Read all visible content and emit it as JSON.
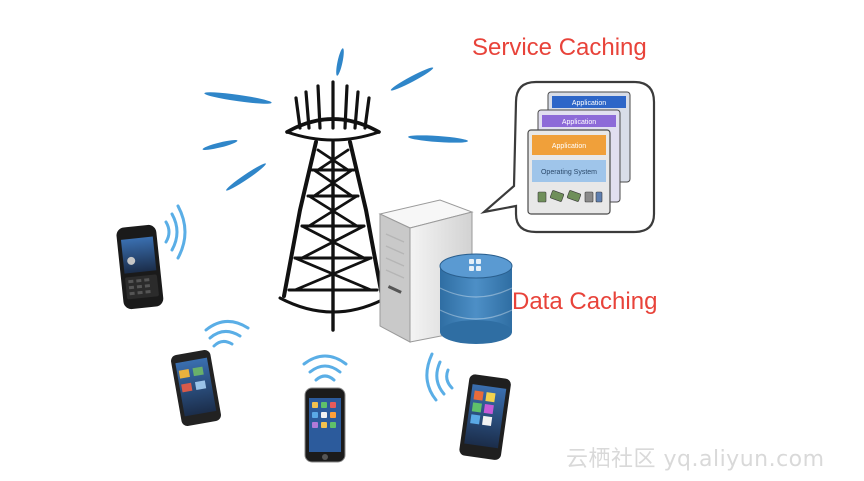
{
  "labels": {
    "service_caching": "Service Caching",
    "data_caching": "Data Caching"
  },
  "service_stack": {
    "back_layer": "Application",
    "middle_layer": "Application",
    "front_app": "Application",
    "front_os": "Operating System"
  },
  "watermark": "云栖社区 yq.aliyun.com",
  "colors": {
    "label": "#e8433a",
    "signal": "#2f86c9",
    "tower": "#111111",
    "db": "#3f7fb5",
    "app_blue": "#2d66c8",
    "app_purple": "#8d6ad8",
    "app_orange": "#f0a03a",
    "os_blue": "#9fc5ea"
  },
  "icons": {
    "tower": "cell-tower-icon",
    "server": "server-icon",
    "database": "database-icon",
    "phone": "smartphone-icon",
    "wifi": "wifi-signal-icon"
  }
}
